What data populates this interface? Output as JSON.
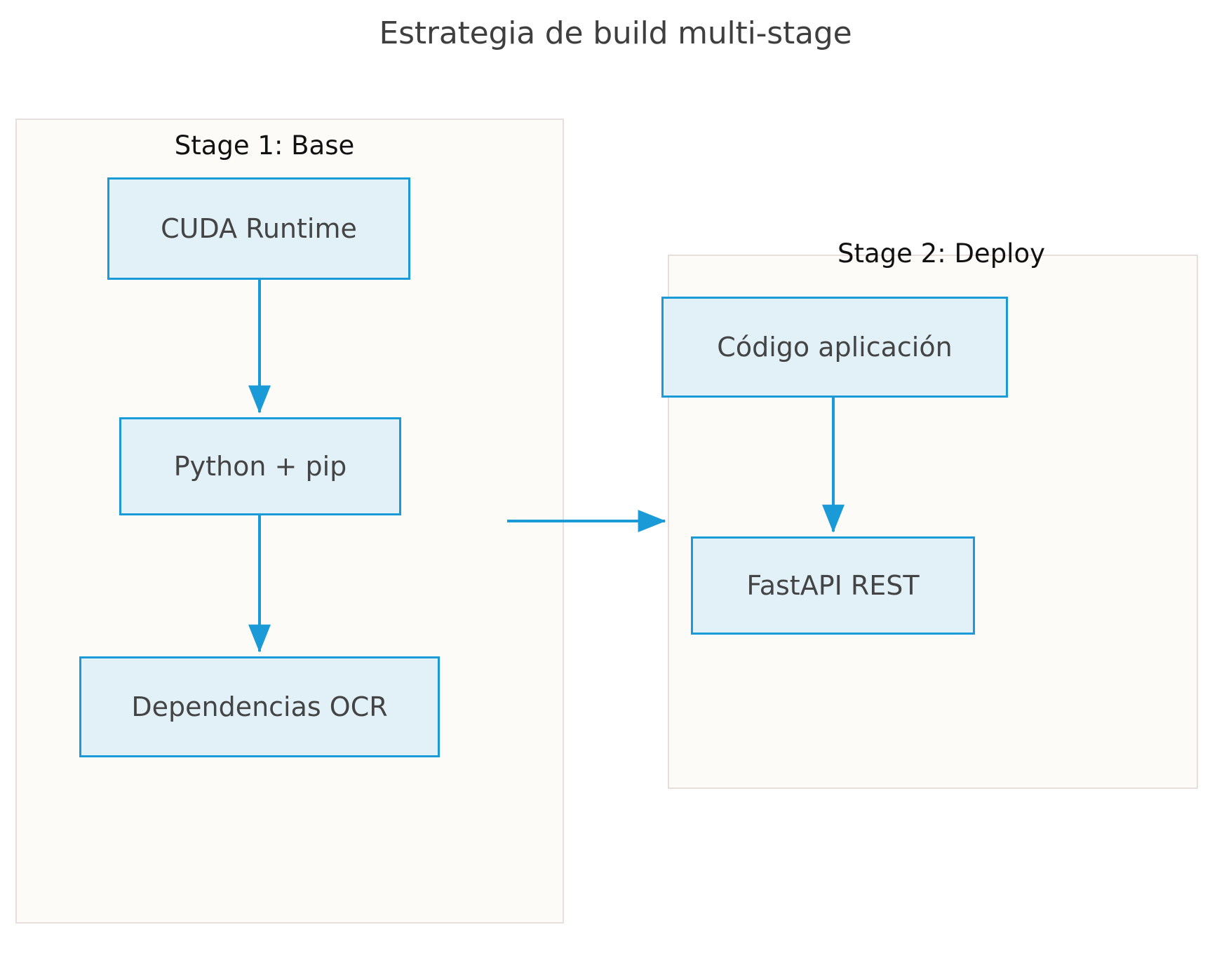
{
  "diagram": {
    "title": "Estrategia de build multi-stage",
    "type": "flowchart",
    "background_color": "#ffffff",
    "title_color": "#3f3f3f",
    "node_fill_color": "#e2f0f8",
    "node_border_color": "#1a9bd7",
    "node_text_color": "#444444",
    "container_fill_color": "#fdfbf8",
    "container_border_color": "#e9dedd",
    "edge_color": "#1a9bd7",
    "stages": [
      {
        "id": "stage1",
        "label": "Stage 1: Base",
        "nodes": [
          {
            "id": "cuda",
            "label": "CUDA Runtime"
          },
          {
            "id": "python",
            "label": "Python + pip"
          },
          {
            "id": "deps",
            "label": "Dependencias OCR"
          }
        ]
      },
      {
        "id": "stage2",
        "label": "Stage 2: Deploy",
        "nodes": [
          {
            "id": "codigo",
            "label": "Código aplicación"
          },
          {
            "id": "fastapi",
            "label": "FastAPI REST"
          }
        ]
      }
    ],
    "edges": [
      {
        "from": "cuda",
        "to": "python",
        "direction": "down"
      },
      {
        "from": "python",
        "to": "deps",
        "direction": "down"
      },
      {
        "from": "stage1",
        "to": "stage2",
        "direction": "right"
      },
      {
        "from": "codigo",
        "to": "fastapi",
        "direction": "down"
      }
    ]
  }
}
